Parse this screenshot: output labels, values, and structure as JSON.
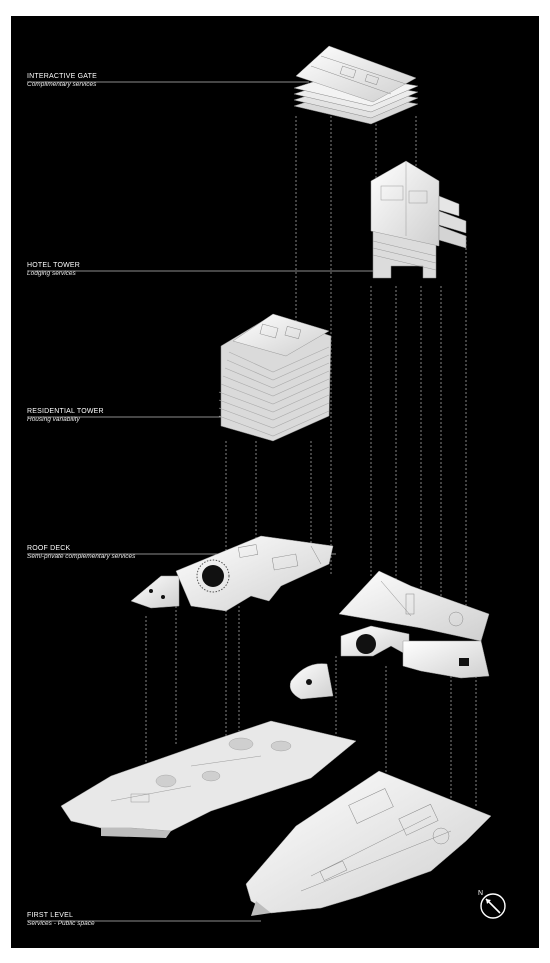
{
  "labels": {
    "interactive_gate": {
      "title": "INTERACTIVE GATE",
      "subtitle": "Complimentary services"
    },
    "hotel_tower": {
      "title": "HOTEL TOWER",
      "subtitle": "Lodging services"
    },
    "residential_tower": {
      "title": "RESIDENTIAL TOWER",
      "subtitle": "Housing variability"
    },
    "roof_deck": {
      "title": "ROOF DECK",
      "subtitle": "Semi-private complementary services"
    },
    "first_level": {
      "title": "FIRST LEVEL",
      "subtitle": "Services - Public space"
    }
  },
  "compass": {
    "letter": "N",
    "icon": "north-arrow-icon"
  },
  "colors": {
    "background": "#000000",
    "model": "#f2f2f2",
    "text": "#ffffff"
  }
}
